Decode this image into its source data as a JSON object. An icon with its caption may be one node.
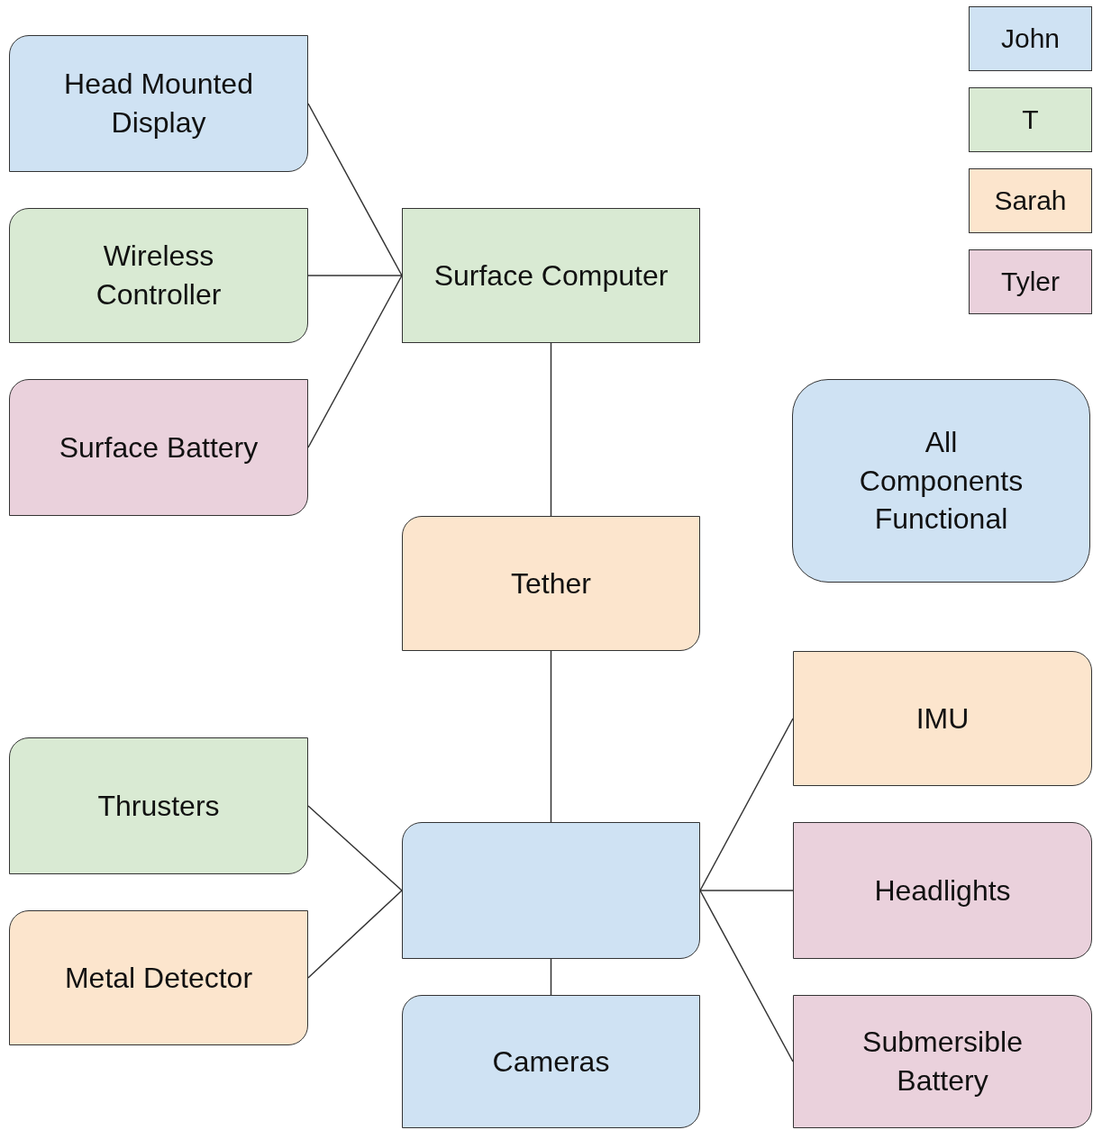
{
  "diagram": {
    "nodes": [
      {
        "text": [
          "Head Mounted Display"
        ]
      },
      {
        "text": [
          "Wireless Controller"
        ]
      },
      {
        "text": [
          "Surface Battery"
        ]
      },
      {
        "text": [
          "Surface Computer"
        ]
      },
      {
        "text": [
          "Tether"
        ]
      },
      {
        "text": [
          "All Components Functional"
        ]
      },
      {
        "text": [
          "Thrusters"
        ]
      },
      {
        "text": [
          "Metal Detector"
        ]
      },
      {
        "text": [],
        "shape": "box"
      },
      {
        "text": [
          "Cameras"
        ]
      },
      {
        "text": [
          "IMU"
        ]
      },
      {
        "text": [
          "Headlights"
        ]
      },
      {
        "text": [
          "Submersible Battery"
        ]
      }
    ],
    "edges": [
      {
        "from": 0,
        "to": 3,
        "arrow": "none"
      },
      {
        "from": 1,
        "to": 3,
        "arrow": "none"
      },
      {
        "from": 2,
        "to": 3,
        "arrow": "none"
      },
      {
        "from": 3,
        "to": 4,
        "arrow": "none"
      },
      {
        "from": 4,
        "to": 8,
        "arrow": "none"
      },
      {
        "from": 6,
        "to": 8,
        "arrow": "none"
      },
      {
        "from": 7,
        "to": 8,
        "arrow": "none"
      },
      {
        "from": 8,
        "to": 9,
        "arrow": "none"
      },
      {
        "from": 8,
        "to": 10,
        "arrow": "none"
      },
      {
        "from": 8,
        "to": 11,
        "arrow": "none"
      },
      {
        "from": 8,
        "to": 12,
        "arrow": "none"
      }
    ],
    "legend": [
      {
        "text": "John",
        "color": "#cfe2f3"
      },
      {
        "text": "T",
        "color": "#d9ead3"
      },
      {
        "text": "Sarah",
        "color": "#fce5cd"
      },
      {
        "text": "Tyler",
        "color": "#ead1dc"
      }
    ]
  }
}
